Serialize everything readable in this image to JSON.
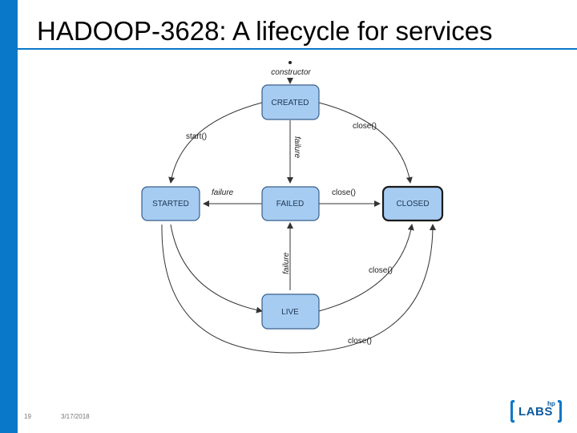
{
  "slide": {
    "title": "HADOOP-3628: A lifecycle for services",
    "page_number": "19",
    "date": "3/17/2018"
  },
  "logo": {
    "text": "LABS",
    "superscript": "hp"
  },
  "diagram": {
    "entry_label": "constructor",
    "states": {
      "created": "CREATED",
      "started": "STARTED",
      "failed": "FAILED",
      "closed": "CLOSED",
      "live": "LIVE"
    },
    "transitions": {
      "created_to_started": "start()",
      "created_to_failed": "failure",
      "created_to_closed": "close()",
      "started_to_failed": "failure",
      "failed_to_closed": "close()",
      "live_to_failed": "failure",
      "live_to_closed": "close()",
      "started_to_closed": "close()"
    }
  },
  "colors": {
    "accent": "#0a78c8",
    "node_fill": "#a6ccf2",
    "node_stroke": "#3a5f8a"
  }
}
